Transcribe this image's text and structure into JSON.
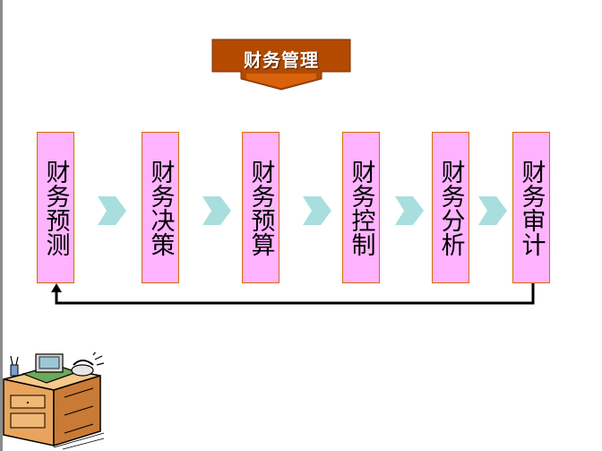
{
  "title": "财务管理",
  "steps": [
    {
      "label": "财务预测"
    },
    {
      "label": "财务决策"
    },
    {
      "label": "财务预算"
    },
    {
      "label": "财务控制"
    },
    {
      "label": "财务分析"
    },
    {
      "label": "财务审计"
    }
  ],
  "colors": {
    "title_fill": "#b34a00",
    "step_fill": "#ffb3ff",
    "step_border": "#d07000",
    "arrow_fill": "#a8dede",
    "loop_line": "#000000"
  },
  "icons": [
    "chevron-arrow-icon",
    "loop-arrow-icon",
    "desk-clipart-icon"
  ]
}
